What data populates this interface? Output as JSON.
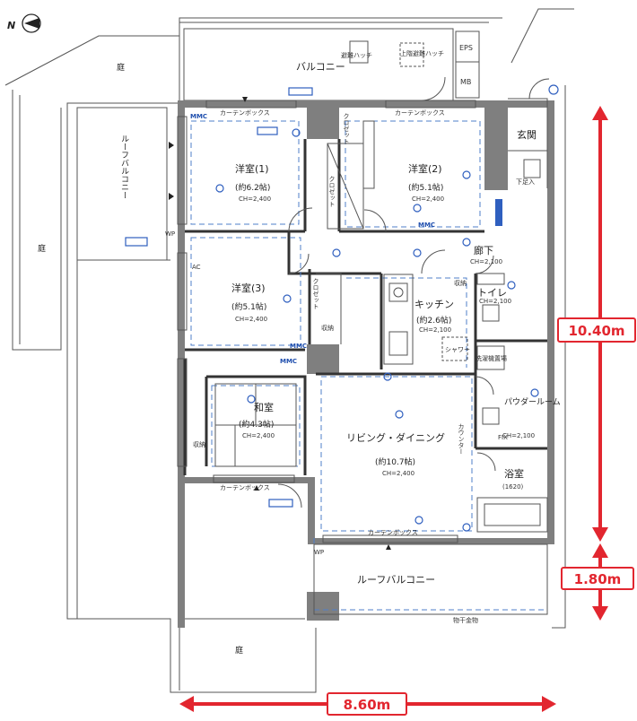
{
  "compass": {
    "label": "N"
  },
  "rooms": {
    "western1": {
      "name": "洋室(1)",
      "size": "(約6.2帖)",
      "ch": "CH=2,400"
    },
    "western2": {
      "name": "洋室(2)",
      "size": "(約5.1帖)",
      "ch": "CH=2,400"
    },
    "western3": {
      "name": "洋室(3)",
      "size": "(約5.1帖)",
      "ch": "CH=2,400"
    },
    "washitsu": {
      "name": "和室",
      "size": "(約4.3帖)",
      "ch": "CH=2,400"
    },
    "living": {
      "name": "リビング・ダイニング",
      "size": "(約10.7帖)",
      "ch": "CH=2,400"
    },
    "kitchen": {
      "name": "キッチン",
      "size": "(約2.6帖)",
      "ch": "CH=2,100"
    },
    "hallway": {
      "name": "廊下",
      "ch": "CH=2,100"
    },
    "toilet": {
      "name": "トイレ",
      "ch": "CH=2,100"
    },
    "powder": {
      "name": "パウダールーム",
      "ch": "CH=2,100"
    },
    "bath": {
      "name": "浴室",
      "size": "(1620)"
    },
    "entrance": {
      "name": "玄関"
    }
  },
  "labels": {
    "balcony": "バルコニー",
    "roof_balcony_left": "ルーフバルコニー",
    "roof_balcony_bottom": "ルーフバルコニー",
    "garden": "庭",
    "closet": "クロゼット",
    "curtain_box": "カーテンボックス",
    "eps": "EPS",
    "mb": "MB",
    "mmc": "MMC",
    "wp": "WP",
    "ac": "AC",
    "counter": "カウンター",
    "fix": "FIX",
    "storage": "収納",
    "shoe_box": "下足入",
    "wash_machine": "洗濯機置場",
    "shower": "シャワー",
    "hatch": "避難ハッチ",
    "upper_hatch": "上階避難ハッチ",
    "screen": "物干金物"
  },
  "dimensions": {
    "width": "8.60m",
    "depth_main": "10.40m",
    "depth_balcony": "1.80m"
  },
  "colors": {
    "dimension": "#e2262f",
    "electrical": "#2f5fbf",
    "wall": "#7f7f7f"
  }
}
